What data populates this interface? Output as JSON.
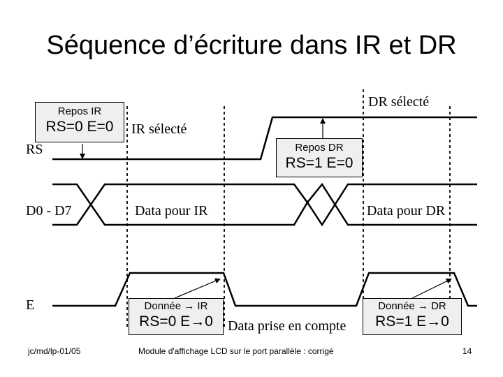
{
  "slide": {
    "title": "Séquence d’écriture dans IR et DR",
    "footer_left": "jc/md/lp-01/05",
    "footer_center": "Module d'affichage LCD sur le port parallèle : corrigé",
    "page_number": "14"
  },
  "signals": {
    "rs": "RS",
    "d0_d7": "D0 - D7",
    "e": "E"
  },
  "labels": {
    "ir_selected": "IR sélecté",
    "dr_selected": "DR sélecté",
    "data_ir": "Data pour IR",
    "data_dr": "Data pour DR",
    "data_taken": "Data prise en compte"
  },
  "boxes": {
    "rest_ir": {
      "line1": "Repos IR",
      "line2": "RS=0 E=0"
    },
    "rest_dr": {
      "line1": "Repos DR",
      "line2": "RS=1 E=0"
    },
    "data_to_ir": {
      "line1": "Donnée → IR",
      "line2": "RS=0 E→0"
    },
    "data_to_dr": {
      "line1": "Donnée → DR",
      "line2": "RS=1 E→0"
    }
  }
}
